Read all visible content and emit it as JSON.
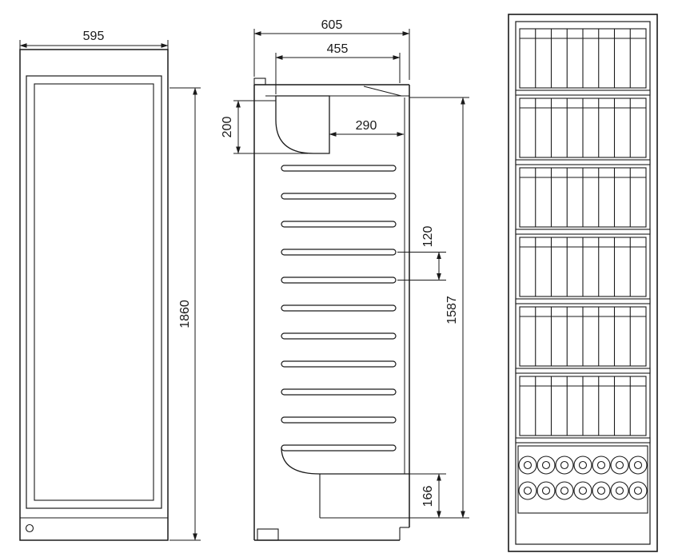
{
  "front_view": {
    "width_mm": "595",
    "height_mm": "1860"
  },
  "side_view": {
    "depth_overall_mm": "605",
    "depth_interior_mm": "455",
    "depth_top_clear_mm": "290",
    "top_section_height_mm": "200",
    "shelf_spacing_mm": "120",
    "interior_height_mm": "1587",
    "base_height_mm": "166"
  }
}
